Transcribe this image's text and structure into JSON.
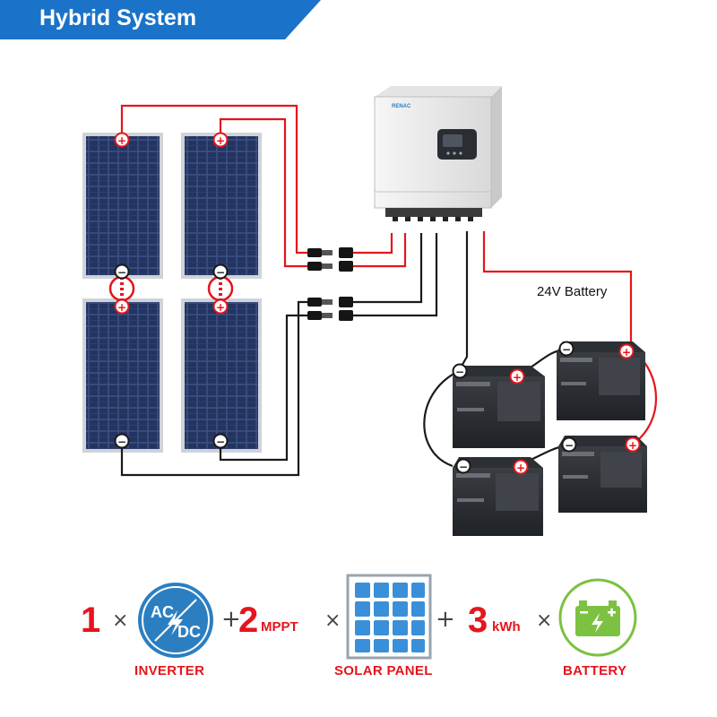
{
  "header": {
    "title": "Hybrid System"
  },
  "inverter": {
    "brand": "RENAC"
  },
  "battery_bank": {
    "label": "24V Battery"
  },
  "terminals": {
    "positive": "+",
    "negative": "−"
  },
  "formula": {
    "inverter_count": "1",
    "times": "×",
    "plus": "+",
    "mppt_count": "2",
    "mppt_unit": "MPPT",
    "capacity": "3",
    "capacity_unit": "kWh",
    "ac_label": "AC",
    "dc_label": "DC",
    "inverter_caption": "INVERTER",
    "panel_caption": "SOLAR PANEL",
    "battery_caption": "BATTERY"
  },
  "colors": {
    "banner": "#1a73c8",
    "accent_red": "#e4151d",
    "inverter_icon": "#2b7fc1",
    "panel_icon": "#3a8fd9",
    "battery_icon": "#7cc142"
  }
}
